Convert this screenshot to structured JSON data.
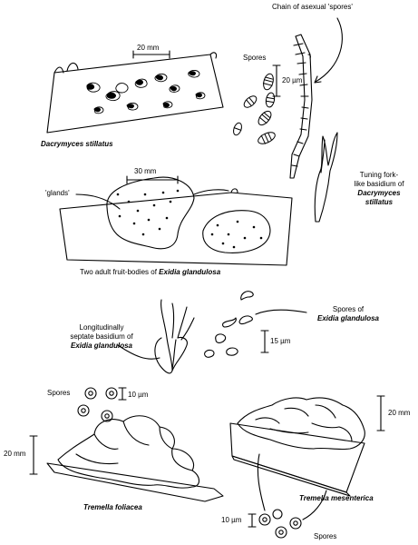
{
  "scale_labels": {
    "dacrymyces_body": "20 mm",
    "dacrymyces_spores": "20 µm",
    "exidia_body": "30 mm",
    "exidia_spores": "15 µm",
    "tremella_spores_top": "10 µm",
    "tremella_foliacea_body": "20 mm",
    "tremella_mesenterica_body": "20 mm",
    "tremella_spores_bottom": "10 µm"
  },
  "labels": {
    "chain_line1": "Chain of asexual 'spores'",
    "spores_dacrymyces": "Spores",
    "dacrymyces_name": "Dacrymyces stillatus",
    "tuning_line1": "Tuning fork-",
    "tuning_line2": "like basidium of",
    "tuning_line3": "Dacrymyces",
    "tuning_line4": "stillatus",
    "glands": "'glands'",
    "exidia_caption_plain": "Two adult fruit-bodies of",
    "exidia_caption_italic": "Exidia glandulosa",
    "septate_line1": "Longitudinally",
    "septate_line2": "septate basidium of",
    "septate_line3": "Exidia glandulosa",
    "spores_of_line1": "Spores of",
    "spores_of_line2": "Exidia glandulosa",
    "spores_tremella_top": "Spores",
    "tremella_foliacea": "Tremella foliacea",
    "tremella_mesenterica": "Tremella mesenterica",
    "spores_tremella_bottom": "Spores"
  }
}
